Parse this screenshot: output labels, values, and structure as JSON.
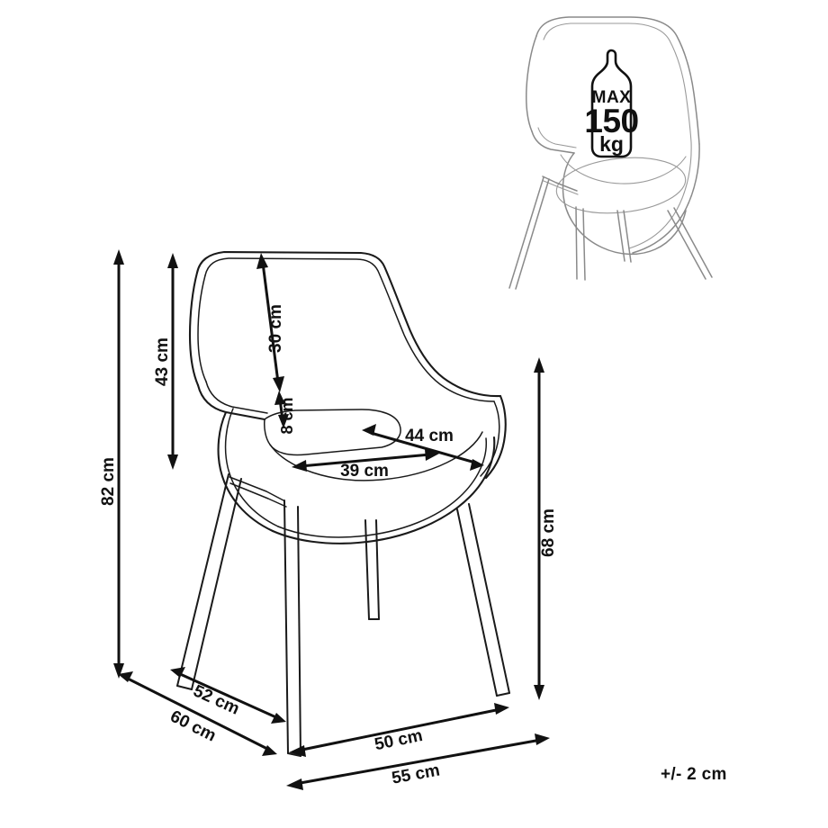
{
  "document": {
    "type": "product-dimension-drawing",
    "subject": "armchair",
    "background_color": "#ffffff",
    "line_color": "#1a1a1a",
    "thumbnail_line_color": "#8a8a8a"
  },
  "dimensions": {
    "total_height": "82 cm",
    "backrest_height": "43 cm",
    "backrest_upper": "30 cm",
    "armrest_gap": "8 cm",
    "seat_depth": "44 cm",
    "seat_width": "39 cm",
    "seat_height": "68 cm",
    "depth_overall": "60 cm",
    "depth_legs": "52 cm",
    "width_legs": "50 cm",
    "width_overall": "55 cm"
  },
  "weight_badge": {
    "max_label": "MAX",
    "value": "150",
    "unit": "kg",
    "icon": "weight-icon"
  },
  "tolerance": {
    "text": "+/- 2 cm"
  }
}
